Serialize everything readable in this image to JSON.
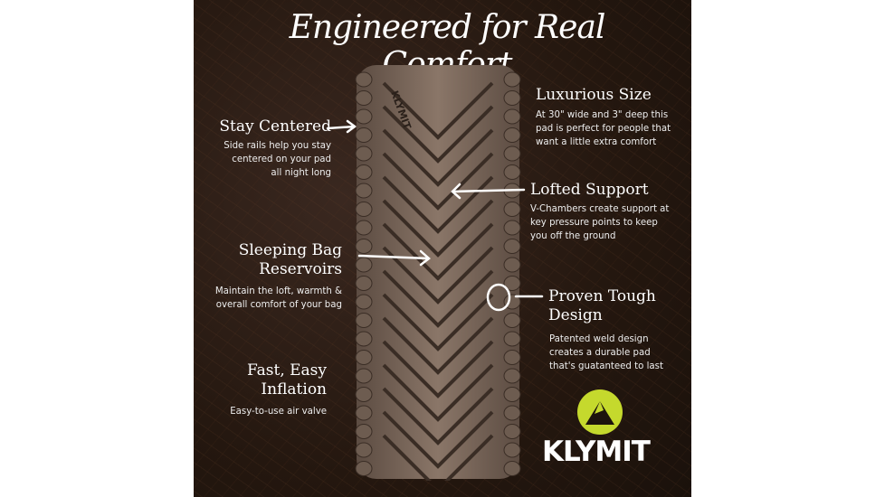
{
  "title": "Engineered for Real Comfort",
  "features": {
    "luxurious": {
      "heading": "Luxurious Size",
      "lines": [
        "At 30\" wide and 3\" deep this",
        "pad is perfect for people that",
        "want a little extra comfort"
      ]
    },
    "lofted": {
      "heading": "Lofted Support",
      "lines": [
        "V-Chambers create support at",
        "key pressure points to keep",
        "you off the ground"
      ]
    },
    "tough": {
      "heading": [
        "Proven Tough",
        "Design"
      ],
      "lines": [
        "Patented weld design",
        "creates a durable pad",
        "that's guatanteed to last"
      ]
    },
    "centered": {
      "heading": "Stay Centered",
      "lines": [
        "Side rails help you stay",
        "centered on your pad",
        "all night long"
      ]
    },
    "reservoirs": {
      "heading": [
        "Sleeping Bag",
        "Reservoirs"
      ],
      "lines": [
        "Maintain the loft, warmth &",
        "overall comfort of your bag"
      ]
    },
    "inflation": {
      "heading": [
        "Fast, Easy",
        "Inflation"
      ],
      "lines": [
        "Easy-to-use air valve"
      ]
    }
  },
  "mat_brand": "KLYMIT",
  "logo": {
    "text": "KLYMIT",
    "color": "#c5d92d"
  }
}
